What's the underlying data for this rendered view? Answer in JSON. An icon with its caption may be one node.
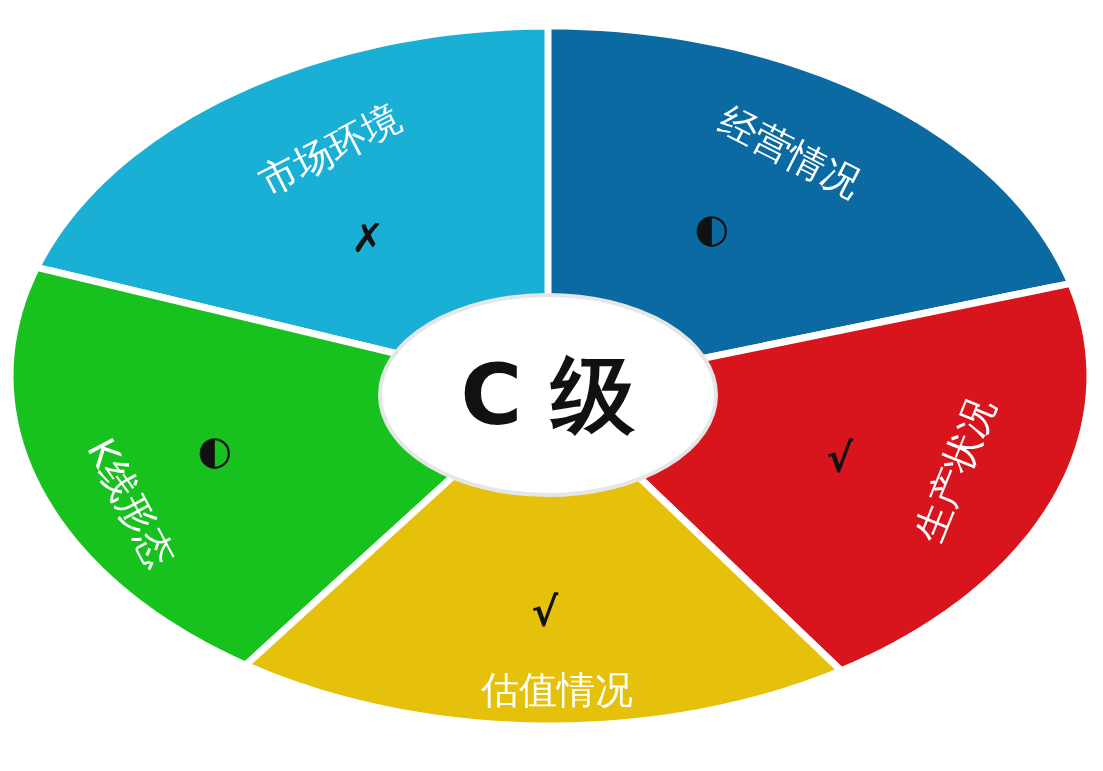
{
  "diagram": {
    "nodes": [
      {
        "text": [
          "市场环境",
          "✗"
        ]
      },
      {
        "text": [
          "经营情况",
          "◐"
        ]
      },
      {
        "text": [
          "C 级"
        ]
      },
      {
        "text": [
          "K线形态",
          "◐"
        ]
      },
      {
        "text": [
          "√",
          "生产状况"
        ]
      },
      {
        "text": [
          "√",
          "估值情况"
        ]
      }
    ]
  }
}
